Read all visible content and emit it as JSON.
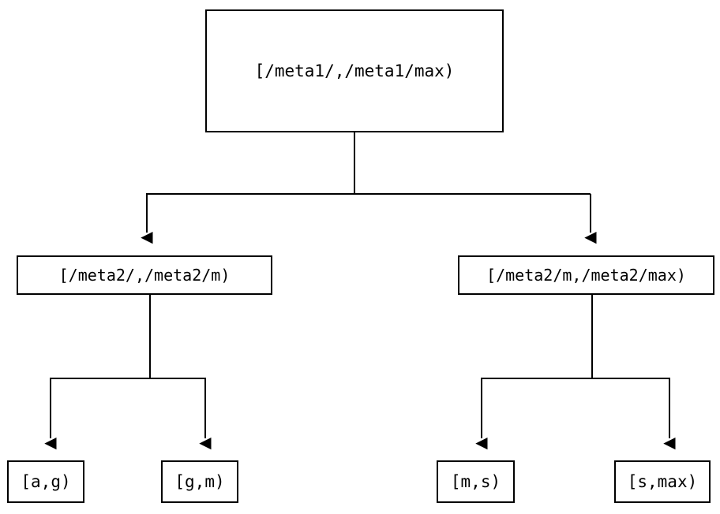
{
  "diagram": {
    "type": "tree",
    "title": "",
    "background_color": "#ffffff",
    "line_color": "#000000",
    "text_color": "#000000",
    "nodes": {
      "root": {
        "label": "[/meta1/,/meta1/max)",
        "level": 0
      },
      "mid_left": {
        "label": "[/meta2/,/meta2/m)",
        "level": 1
      },
      "mid_right": {
        "label": "[/meta2/m,/meta2/max)",
        "level": 1
      },
      "leaf_ag": {
        "label": "[a,g)",
        "level": 2
      },
      "leaf_gm": {
        "label": "[g,m)",
        "level": 2
      },
      "leaf_ms": {
        "label": "[m,s)",
        "level": 2
      },
      "leaf_smax": {
        "label": "[s,max)",
        "level": 2
      }
    },
    "edges": [
      {
        "from": "root",
        "to": "mid_left",
        "arrow": "down"
      },
      {
        "from": "root",
        "to": "mid_right",
        "arrow": "down"
      },
      {
        "from": "mid_left",
        "to": "leaf_ag",
        "arrow": "down"
      },
      {
        "from": "mid_left",
        "to": "leaf_gm",
        "arrow": "down"
      },
      {
        "from": "mid_right",
        "to": "leaf_ms",
        "arrow": "down"
      },
      {
        "from": "mid_right",
        "to": "leaf_smax",
        "arrow": "down"
      }
    ]
  }
}
